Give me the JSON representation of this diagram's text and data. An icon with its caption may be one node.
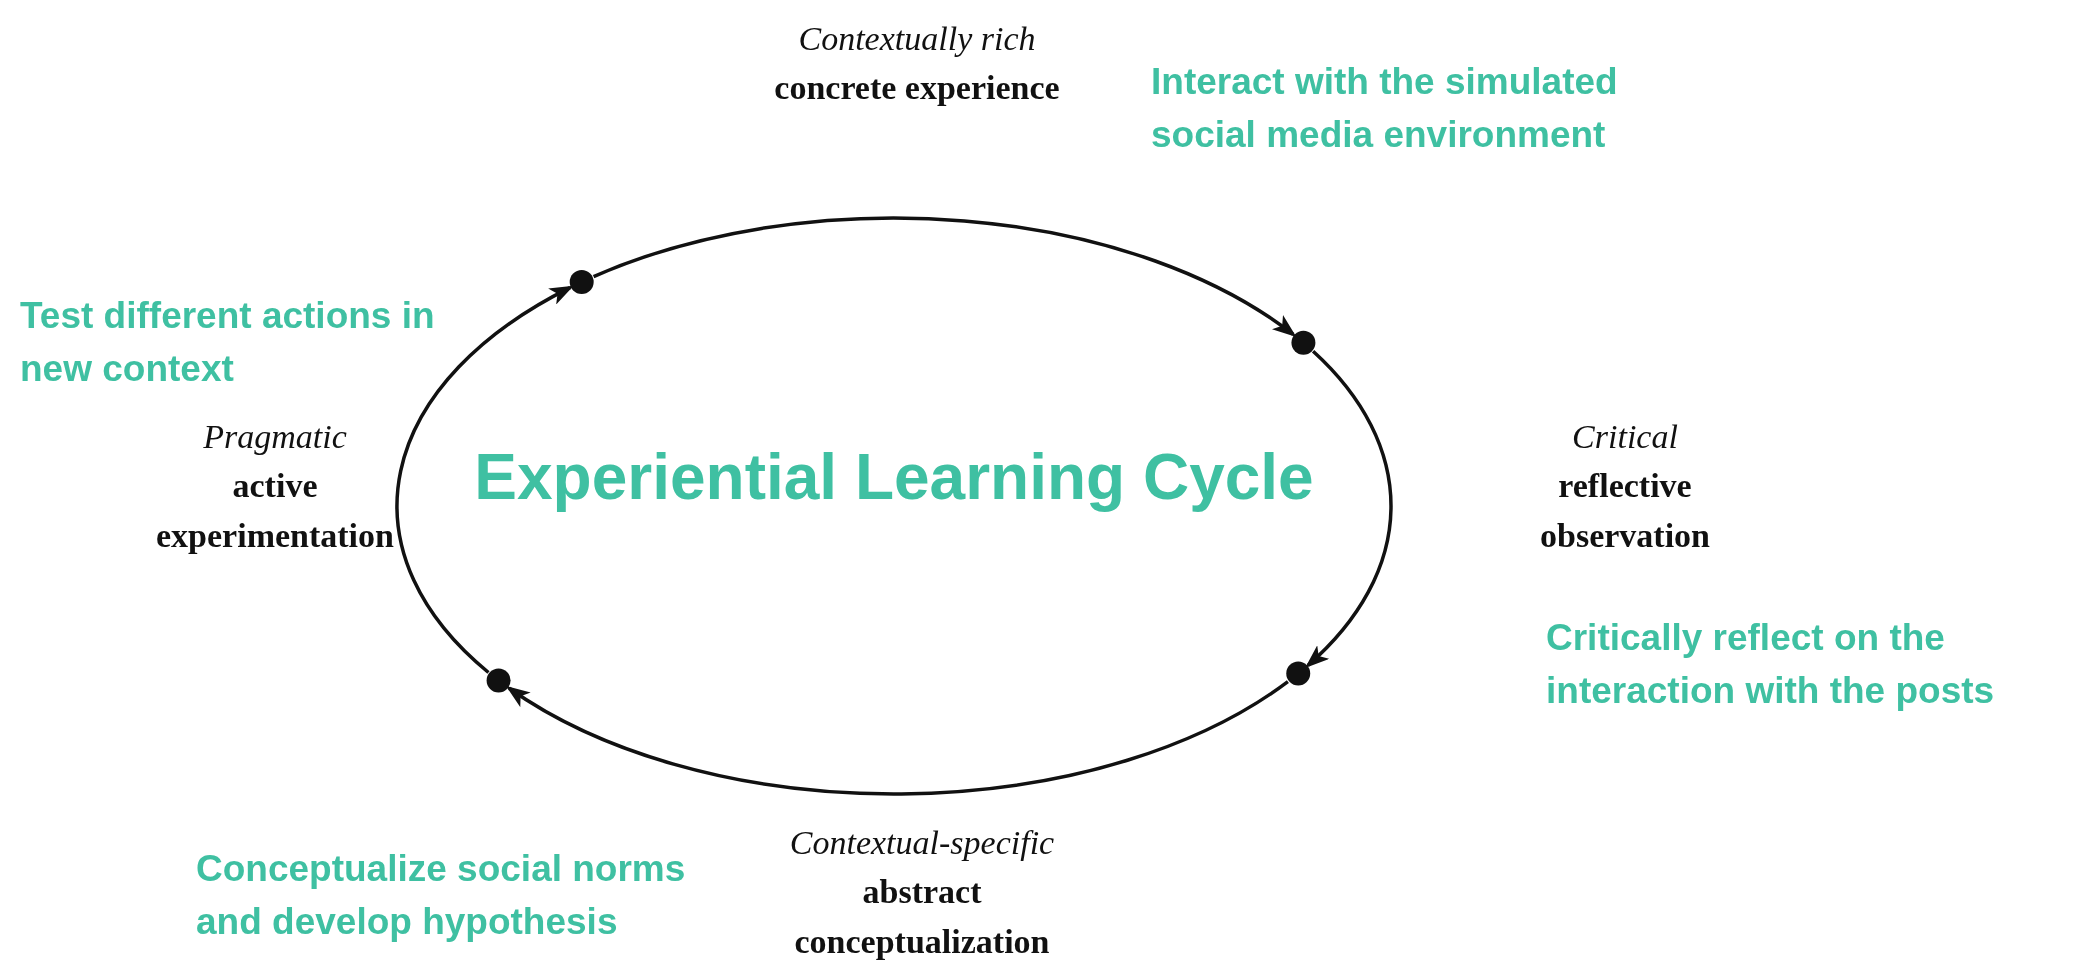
{
  "diagram": {
    "title": "Experiential Learning Cycle",
    "nodes": [
      {
        "text": [
          "Contextually rich",
          "concrete experience"
        ]
      },
      {
        "text": [
          "Critical",
          "reflective observation"
        ]
      },
      {
        "text": [
          "Contextual-specific",
          "abstract conceptualization"
        ]
      },
      {
        "text": [
          "Pragmatic",
          "active experimentation"
        ]
      },
      {
        "text": [],
        "shape": "circle"
      },
      {
        "text": [],
        "shape": "circle"
      },
      {
        "text": [],
        "shape": "circle"
      },
      {
        "text": [],
        "shape": "circle"
      }
    ],
    "edges": [
      {
        "from": 4,
        "to": 5,
        "arrow": "to"
      },
      {
        "from": 5,
        "to": 6,
        "arrow": "to"
      },
      {
        "from": 6,
        "to": 7,
        "arrow": "to"
      },
      {
        "from": 7,
        "to": 4,
        "arrow": "to"
      }
    ],
    "labels": [
      "Interact with the simulated social media environment",
      "Test different actions in new context",
      "Critically reflect on the interaction with the posts",
      "Conceptualize social norms and develop hypothesis"
    ]
  }
}
